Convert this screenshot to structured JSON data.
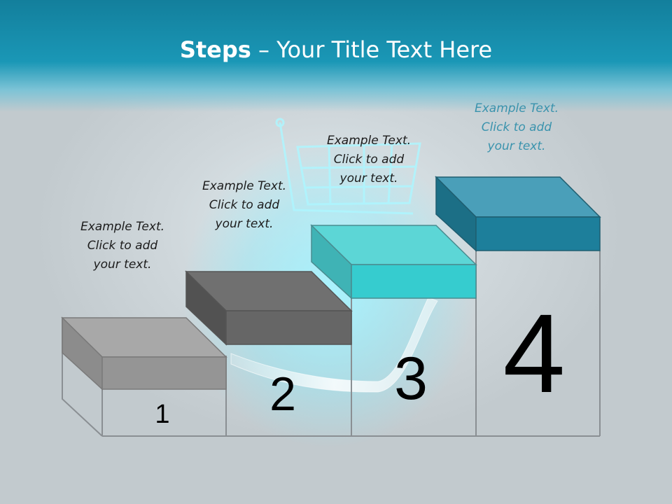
{
  "title": {
    "bold": "Steps",
    "rest": " – Your Title Text Here"
  },
  "steps": [
    {
      "number": "1",
      "caption": [
        "Example Text.",
        "Click  to add",
        "your text."
      ]
    },
    {
      "number": "2",
      "caption": [
        "Example Text.",
        "Click  to add",
        "your text."
      ]
    },
    {
      "number": "3",
      "caption": [
        "Example Text.",
        "Click  to add",
        "your text."
      ]
    },
    {
      "number": "4",
      "caption": [
        "Example Text.",
        "Click  to add",
        "your text."
      ]
    }
  ],
  "background_icon": "shopping-cart-icon",
  "colors": {
    "header": "#1a97b6",
    "step1": "#9a9a9a",
    "step2": "#6e6e6e",
    "step3": "#36cccf",
    "step4": "#1d7f9b",
    "caption_accent": "#3a93ad"
  }
}
